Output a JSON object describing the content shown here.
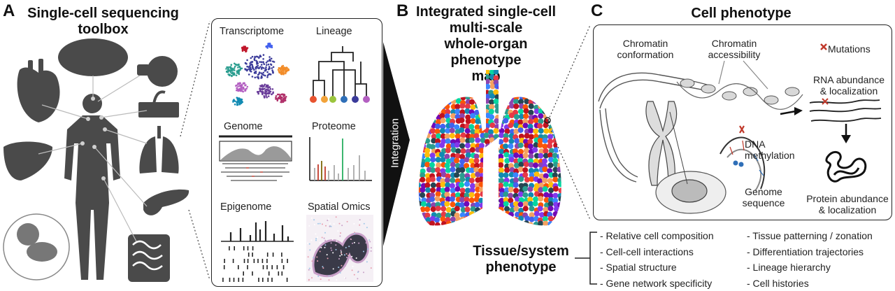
{
  "panels": {
    "a": {
      "letter": "A",
      "title_line1": "Single-cell sequencing",
      "title_line2": "toolbox",
      "tools": [
        "Transcriptome",
        "Lineage",
        "Genome",
        "Proteome",
        "Epigenome",
        "Spatial Omics"
      ]
    },
    "integration": {
      "label": "Integration"
    },
    "b": {
      "letter": "B",
      "title_lines": [
        "Integrated single-cell",
        "multi-scale",
        "whole-organ phenotype",
        "map"
      ],
      "tissue_line1": "Tissue/system",
      "tissue_line2": "phenotype"
    },
    "c": {
      "letter": "C",
      "title": "Cell phenotype",
      "labels": {
        "chromatin_conformation_1": "Chromatin",
        "chromatin_conformation_2": "conformation",
        "chromatin_accessibility_1": "Chromatin",
        "chromatin_accessibility_2": "accessibility",
        "mutations": "Mutations",
        "rna_1": "RNA abundance",
        "rna_2": "& localization",
        "dna_meth_1": "DNA",
        "dna_meth_2": "methylation",
        "genome_seq_1": "Genome",
        "genome_seq_2": "sequence",
        "protein_1": "Protein abundance",
        "protein_2": "& localization"
      }
    }
  },
  "phenotype_list": {
    "left": [
      "- Relative cell composition",
      "- Cell-cell interactions",
      "- Spatial structure",
      "- Gene network specificity"
    ],
    "right": [
      "- Tissue patterning / zonation",
      "- Differentiation trajectories",
      "- Lineage hierarchy",
      "- Cell histories"
    ]
  },
  "colors": {
    "silhouette": "#4a4a4a",
    "lineage_dots": [
      "#e8532f",
      "#f2a33a",
      "#9bc53d",
      "#2f6fb8",
      "#3b3b9a",
      "#b35fc1",
      "#c0172b"
    ],
    "lung_palette": [
      "#e63946",
      "#f4a261",
      "#2a9d8f",
      "#264653",
      "#8e44ad",
      "#3a86ff",
      "#ffbe0b",
      "#fb5607",
      "#8338ec",
      "#06d6a0",
      "#118ab2",
      "#c1121f",
      "#7209b7",
      "#4361ee"
    ]
  }
}
